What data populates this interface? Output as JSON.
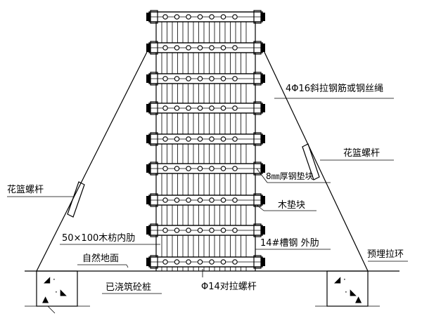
{
  "labels": {
    "diagonal_rebar": "4Φ16斜拉钢筋或钢丝绳",
    "turnbuckle_right": "花篮螺杆",
    "turnbuckle_left": "花篮螺杆",
    "steel_pad": "8㎜厚钢垫块",
    "wood_pad": "木垫块",
    "inner_rib": "50×100木枋内肋",
    "outer_rib": "14#槽钢 外肋",
    "ground": "自然地面",
    "embedded_ring": "预埋拉环",
    "pile": "已浇筑砼桩",
    "tie_bolt": "Φ14对拉螺杆"
  },
  "colors": {
    "line": "#000000",
    "background": "#ffffff"
  }
}
